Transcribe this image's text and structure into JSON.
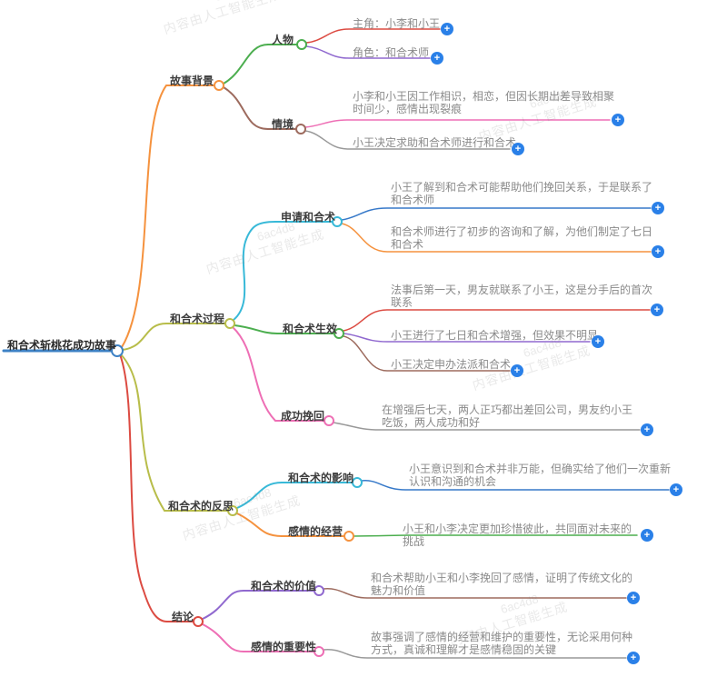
{
  "watermark": {
    "hash": "6ac4d8",
    "text": "内容由人工智能生成"
  },
  "ui": {
    "add_symbol": "+"
  },
  "palette": {
    "root_blue": "#3e82c5",
    "orange": "#f5923e",
    "olive": "#b8bd4a",
    "red": "#dc4b42",
    "green": "#4cae4f",
    "brown": "#9d6b5e",
    "pink": "#ee6fb5",
    "purple": "#9069cf",
    "cyan": "#38b9d8",
    "blue": "#3779c9",
    "gray": "#999999",
    "plus_blue": "#2a80e8"
  },
  "root": {
    "label": "和合术斩桃花成功故事"
  },
  "branches": [
    {
      "label": "故事背景",
      "color": "#f5923e",
      "topics": [
        {
          "label": "人物",
          "color": "#4cae4f",
          "leaves": [
            {
              "text": "主角：小李和小王",
              "color": "#dc4b42"
            },
            {
              "text": "角色：和合术师",
              "color": "#9069cf"
            }
          ]
        },
        {
          "label": "情境",
          "color": "#9d6b5e",
          "leaves": [
            {
              "text": "小李和小王因工作相识，相恋，但因长期出差导致相聚时间少，感情出现裂痕",
              "color": "#ee6fb5"
            },
            {
              "text": "小王决定求助和合术师进行和合术",
              "color": "#999999"
            }
          ]
        }
      ]
    },
    {
      "label": "和合术过程",
      "color": "#b8bd4a",
      "topics": [
        {
          "label": "申请和合术",
          "color": "#38b9d8",
          "leaves": [
            {
              "text": "小王了解到和合术可能帮助他们挽回关系，于是联系了和合术师",
              "color": "#3779c9"
            },
            {
              "text": "和合术师进行了初步的咨询和了解，为他们制定了七日和合术",
              "color": "#f5923e"
            }
          ]
        },
        {
          "label": "和合术生效",
          "color": "#4cae4f",
          "leaves": [
            {
              "text": "法事后第一天，男友就联系了小王，这是分手后的首次联系",
              "color": "#dc4b42"
            },
            {
              "text": "小王进行了七日和合术增强，但效果不明显",
              "color": "#9069cf"
            },
            {
              "text": "小王决定申办法派和合术",
              "color": "#9d6b5e"
            }
          ]
        },
        {
          "label": "成功挽回",
          "color": "#ee6fb5",
          "leaves": [
            {
              "text": "在增强后七天，两人正巧都出差回公司，男友约小王吃饭，两人成功和好",
              "color": "#999999"
            }
          ]
        }
      ]
    },
    {
      "label": "和合术的反思",
      "color": "#b8bd4a",
      "topics": [
        {
          "label": "和合术的影响",
          "color": "#38b9d8",
          "leaves": [
            {
              "text": "小王意识到和合术并非万能，但确实给了他们一次重新认识和沟通的机会",
              "color": "#3779c9"
            }
          ]
        },
        {
          "label": "感情的经营",
          "color": "#f5923e",
          "leaves": [
            {
              "text": "小王和小李决定更加珍惜彼此，共同面对未来的挑战",
              "color": "#4cae4f"
            }
          ]
        }
      ]
    },
    {
      "label": "结论",
      "color": "#dc4b42",
      "topics": [
        {
          "label": "和合术的价值",
          "color": "#9069cf",
          "leaves": [
            {
              "text": "和合术帮助小王和小李挽回了感情，证明了传统文化的魅力和价值",
              "color": "#9d6b5e"
            }
          ]
        },
        {
          "label": "感情的重要性",
          "color": "#ee6fb5",
          "leaves": [
            {
              "text": "故事强调了感情的经营和维护的重要性，无论采用何种方式，真诚和理解才是感情稳固的关键",
              "color": "#999999"
            }
          ]
        }
      ]
    }
  ]
}
